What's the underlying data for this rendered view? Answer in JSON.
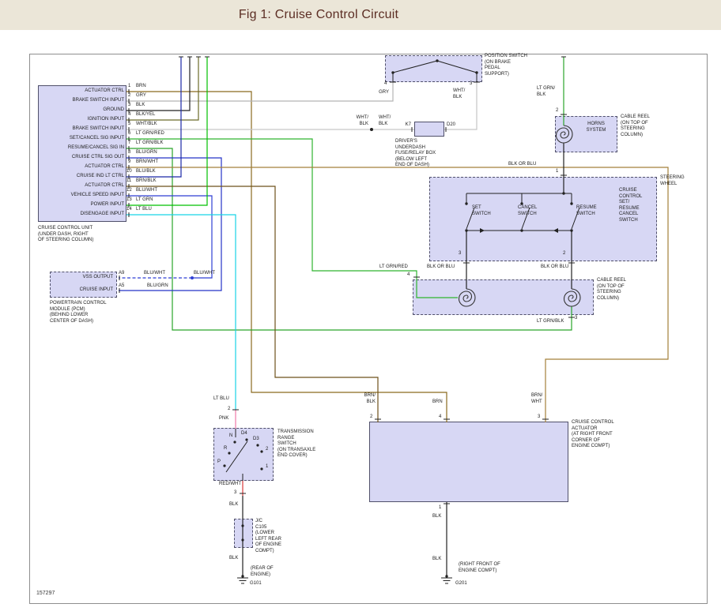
{
  "header": {
    "title": "Fig 1: Cruise Control Circuit"
  },
  "footer": {
    "code": "157297"
  },
  "palette": {
    "header_bg": "#ebe6d8",
    "title_color": "#5c2e24",
    "box_fill": "#d7d7f4",
    "wire_brn": "#8a6a1f",
    "wire_gry": "#b4b4b4",
    "wire_blk": "#222222",
    "wire_lt_grn": "#00c000",
    "wire_blu": "#2f3fd4",
    "wire_lt_blu": "#17d3e6",
    "wire_pnk": "#f078a8",
    "wire_red_wht": "#d93a3a"
  },
  "ccu": {
    "caption": "CRUISE CONTROL UNIT\n(UNDER DASH, RIGHT\nOF STEERING COLUMN)",
    "pins": [
      {
        "pin": "1",
        "label": "ACTUATOR CTRL",
        "wire": "BRN"
      },
      {
        "pin": "2",
        "label": "BRAKE SWITCH INPUT",
        "wire": "GRY"
      },
      {
        "pin": "3",
        "label": "GROUND",
        "wire": "BLK"
      },
      {
        "pin": "4",
        "label": "IGNITION INPUT",
        "wire": "BLK/YEL"
      },
      {
        "pin": "5",
        "label": "BRAKE SWITCH INPUT",
        "wire": "WHT/BLK"
      },
      {
        "pin": "6",
        "label": "SET/CANCEL SIG INPUT",
        "wire": "LT GRN/RED"
      },
      {
        "pin": "7",
        "label": "RESUME/CANCEL SIG IN",
        "wire": "LT GRN/BLK"
      },
      {
        "pin": "8",
        "label": "CRUISE CTRL SIG OUT",
        "wire": "BLU/GRN"
      },
      {
        "pin": "9",
        "label": "ACTUATOR CTRL",
        "wire": "BRN/WHT"
      },
      {
        "pin": "10",
        "label": "CRUISE IND LT CTRL",
        "wire": "BLU/BLK"
      },
      {
        "pin": "11",
        "label": "ACTUATOR CTRL",
        "wire": "BRN/BLK"
      },
      {
        "pin": "12",
        "label": "VEHICLE SPEED INPUT",
        "wire": "BLU/WHT"
      },
      {
        "pin": "13",
        "label": "POWER INPUT",
        "wire": "LT GRN"
      },
      {
        "pin": "14",
        "label": "DISENGAGE INPUT",
        "wire": "LT BLU"
      }
    ]
  },
  "pcm": {
    "caption": "POWERTRAIN CONTROL\nMODULE (PCM)\n(BEHIND LOWER\nCENTER OF DASH)",
    "pins": [
      {
        "pin": "A9",
        "label": "VSS OUTPUT",
        "wire": "BLU/WHT"
      },
      {
        "pin": "A5",
        "label": "CRUISE INPUT",
        "wire": "BLU/GRN"
      }
    ],
    "splice_wire": "BLU/WHT"
  },
  "position_switch": {
    "caption": "POSITION SWITCH\n(ON BRAKE\nPEDAL\nSUPPORT)",
    "pin_left": "4",
    "pin_right": "3"
  },
  "fuse_box": {
    "pin_in": "K7",
    "pin_out": "D20",
    "caption": "DRIVER'S UNDERDASH\nFUSE/RELAY BOX\n(BELOW LEFT\nEND OF DASH)"
  },
  "horns_reel": {
    "label": "HORNS\nSYSTEM",
    "caption": "CABLE REEL\n(ON TOP OF\nSTEERING\nCOLUMN)",
    "pin_top": "2",
    "pin_bottom": "1"
  },
  "steering_wheel": {
    "label": "STEERING\nWHEEL",
    "switch_label": "CRUISE\nCONTROL\nSET/\nRESUME\nCANCEL\nSWITCH",
    "set_label": "SET\nSWITCH",
    "cancel_label": "CANCEL\nSWITCH",
    "resume_label": "RESUME\nSWITCH",
    "pin_set": "3",
    "pin_resume": "2"
  },
  "cable_reel": {
    "caption": "CABLE REEL\n(ON TOP OF\nSTEERING\nCOLUMN)",
    "pin_left": "4",
    "pin_right": "3"
  },
  "range_switch": {
    "caption": "TRANSMISSION\nRANGE\nSWITCH\n(ON TRANSAXLE\nEND COVER)",
    "positions": {
      "n": "N",
      "d4": "D4",
      "d3": "D3",
      "r": "R",
      "p": "P"
    },
    "pin_top": "2",
    "terminal_top": "2",
    "terminal_bottom": "1",
    "pin_bottom": "3"
  },
  "junction": {
    "caption": "J/C\nC105\n(LOWER\nLEFT REAR\nOF ENGINE\nCOMPT)"
  },
  "ground_g101": {
    "name": "G101",
    "location": "(REAR OF\nENGINE)"
  },
  "ground_g201": {
    "name": "G201",
    "location": "(RIGHT FRONT OF\nENGINE COMPT)"
  },
  "actuator": {
    "caption": "CRUISE CONTROL\nACTUATOR\n(AT RIGHT FRONT\nCORNER OF\nENGINE COMPT)",
    "pin_a": "2",
    "pin_b": "4",
    "pin_c": "3",
    "pin_bottom": "1"
  },
  "wire_names": {
    "gry": "GRY",
    "blk": "BLK",
    "brn": "BRN",
    "lt_blu": "LT BLU",
    "pnk": "PNK",
    "red_wht": "RED/WHT",
    "lt_grn_red": "LT GRN/RED",
    "lt_grn_blk": "LT GRN/BLK",
    "blk_or_blu": "BLK OR BLU",
    "wht_blk_stacked": "WHT/\nBLK",
    "lt_grn_blk_stacked": "LT GRN/\nBLK",
    "brn_blk_stacked": "BRN/\nBLK",
    "brn_wht_stacked": "BRN/\nWHT"
  }
}
